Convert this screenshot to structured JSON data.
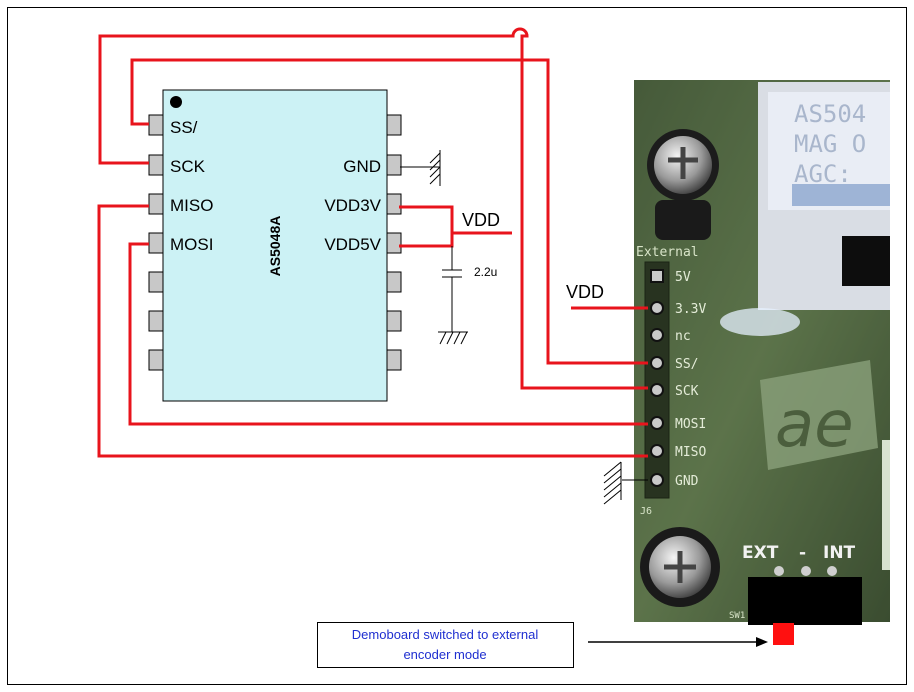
{
  "chip": {
    "name": "AS5048A",
    "left_pins": [
      "SS/",
      "SCK",
      "MISO",
      "MOSI",
      "",
      "",
      ""
    ],
    "right_pins": [
      "",
      "GND",
      "VDD3V",
      "VDD5V",
      "",
      "",
      ""
    ]
  },
  "supply": {
    "vdd_label": "VDD",
    "vdd_board_label": "VDD",
    "cap_label": "2.2u"
  },
  "board": {
    "header_title": "External",
    "header_pins": [
      "5V",
      "3.3V",
      "nc",
      "SS/",
      "SCK",
      "MOSI",
      "MISO",
      "GND"
    ],
    "connector_id": "J6",
    "lcd_lines": [
      "AS504",
      "MAG O",
      "AGC:"
    ],
    "switch_labels": {
      "ext": "EXT",
      "dash": "-",
      "int": "INT"
    },
    "switch_id": "SW1",
    "logo_text": "ae"
  },
  "callout": {
    "text_line1": "Demoboard switched to external",
    "text_line2": "encoder mode"
  },
  "colors": {
    "wire": "#e8141c",
    "chip_fill": "#ccf2f5",
    "pin_fill": "#c8c8c8",
    "board_dark": "#3a4a2e",
    "board_green": "#5f7a4a",
    "callout_text": "#1f2fd0",
    "marker": "#ff1010"
  }
}
